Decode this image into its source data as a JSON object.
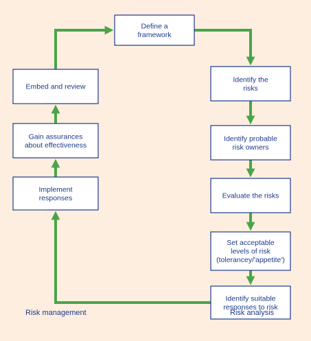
{
  "nodes": [
    {
      "id": "define-framework",
      "lines": [
        "Define a",
        "framework"
      ]
    },
    {
      "id": "identify-risks",
      "lines": [
        "Identify the",
        "risks"
      ]
    },
    {
      "id": "identify-owners",
      "lines": [
        "Identify probable",
        "risk owners"
      ]
    },
    {
      "id": "evaluate-risks",
      "lines": [
        "Evaluate the risks"
      ]
    },
    {
      "id": "set-levels",
      "lines": [
        "Set acceptable",
        "levels of risk",
        "(tolerancey/'appetite')"
      ]
    },
    {
      "id": "identify-responses",
      "lines": [
        "Identify suitable",
        "responses to risk"
      ]
    },
    {
      "id": "implement-responses",
      "lines": [
        "Implement",
        "responses"
      ]
    },
    {
      "id": "gain-assurances",
      "lines": [
        "Gain assurances",
        "about effectiveness"
      ]
    },
    {
      "id": "embed-review",
      "lines": [
        "Embed and review"
      ]
    }
  ],
  "captions": {
    "risk_management": "Risk management",
    "risk_analysis": "Risk analysis"
  },
  "colors": {
    "background": "#fdeee0",
    "box_border": "#1d3a8c",
    "text": "#1d3a8c",
    "arrow": "#4aa44a"
  }
}
